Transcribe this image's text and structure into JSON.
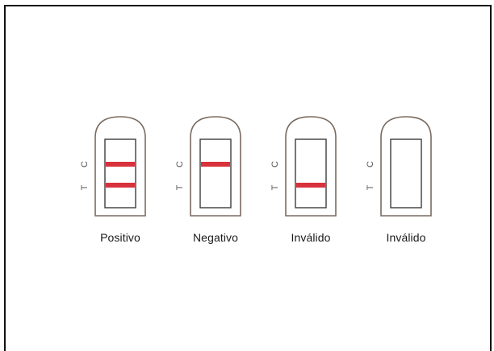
{
  "tests": [
    {
      "caption": "Positivo",
      "c_line": true,
      "t_line": true,
      "mark_c": "C",
      "mark_t": "T"
    },
    {
      "caption": "Negativo",
      "c_line": true,
      "t_line": false,
      "mark_c": "C",
      "mark_t": "T"
    },
    {
      "caption": "Inválido",
      "c_line": false,
      "t_line": true,
      "mark_c": "C",
      "mark_t": "T"
    },
    {
      "caption": "Inválido",
      "c_line": false,
      "t_line": false,
      "mark_c": "C",
      "mark_t": "T"
    }
  ],
  "colors": {
    "outline": "#7a6a60",
    "line": "#d8323c",
    "mark": "#555555"
  }
}
